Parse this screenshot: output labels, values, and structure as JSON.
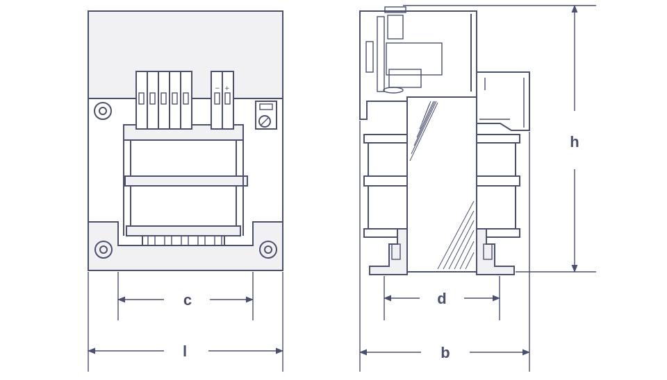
{
  "colors": {
    "line": "#4a4f6e",
    "fill": "#f1f1f4"
  },
  "front_view": {
    "dimensions": {
      "c": "c",
      "l": "l"
    },
    "terminal_signs": {
      "minus": "−",
      "plus": "+"
    }
  },
  "side_view": {
    "dimensions": {
      "h": "h",
      "d": "d",
      "b": "b"
    }
  }
}
